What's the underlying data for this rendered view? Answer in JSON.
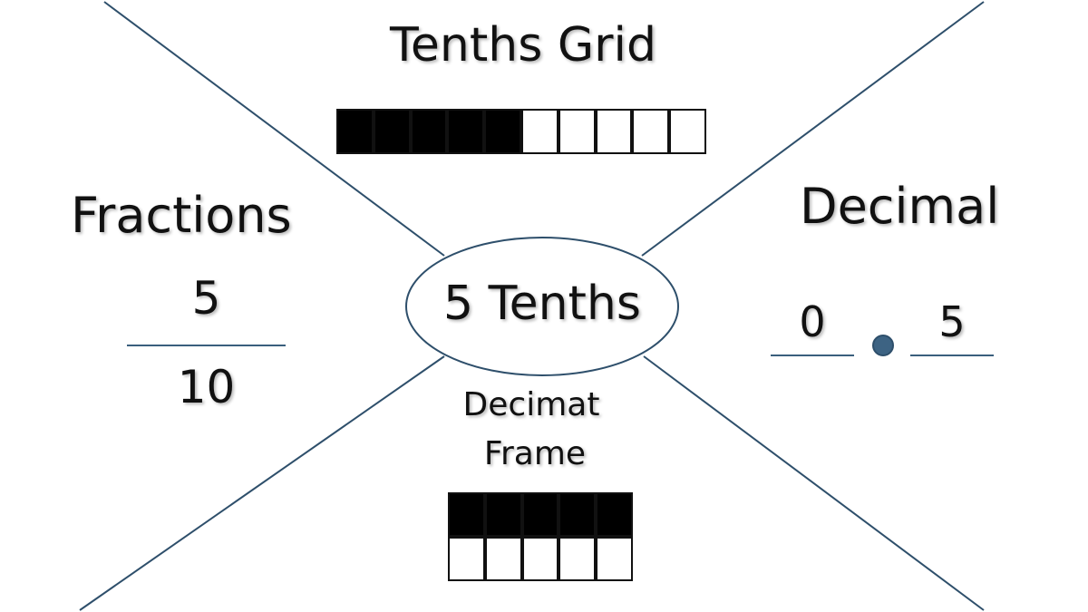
{
  "colors": {
    "line": "#2e4f6b",
    "dot": "#3d6383",
    "filled": "#000000",
    "empty": "#ffffff"
  },
  "tenths_grid": {
    "title": "Tenths Grid",
    "filled": 5,
    "total": 10
  },
  "fractions": {
    "title": "Fractions",
    "numerator": "5",
    "denominator": "10"
  },
  "center": {
    "label": "5 Tenths"
  },
  "decimal": {
    "title": "Decimal",
    "ones": "0",
    "tenths": "5"
  },
  "decimat_frame": {
    "title_line1": "Decimat",
    "title_line2": "Frame",
    "filled": 5,
    "total": 10
  }
}
